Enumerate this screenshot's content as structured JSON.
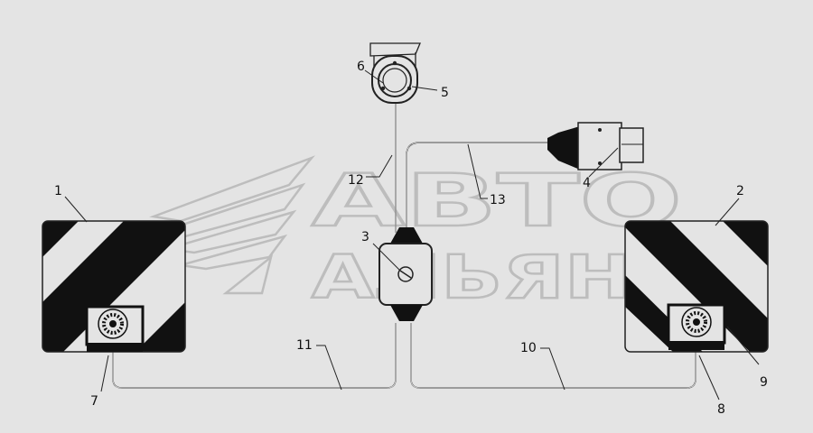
{
  "watermark": {
    "line1": "АВТО",
    "line2": "АЛЬЯНС",
    "logo_icon": "wing-logo-icon"
  },
  "callouts": [
    {
      "id": "1",
      "text": "1"
    },
    {
      "id": "2",
      "text": "2"
    },
    {
      "id": "3",
      "text": "3"
    },
    {
      "id": "4",
      "text": "4"
    },
    {
      "id": "5",
      "text": "5"
    },
    {
      "id": "6",
      "text": "6"
    },
    {
      "id": "7",
      "text": "7"
    },
    {
      "id": "8",
      "text": "8"
    },
    {
      "id": "9",
      "text": "9"
    },
    {
      "id": "10",
      "text": "10"
    },
    {
      "id": "11",
      "text": "11"
    },
    {
      "id": "12",
      "text": "12"
    },
    {
      "id": "13",
      "text": "13"
    }
  ],
  "colors": {
    "background": "#e4e4e4",
    "ink": "#111111",
    "watermark": "#bdbdbd"
  }
}
